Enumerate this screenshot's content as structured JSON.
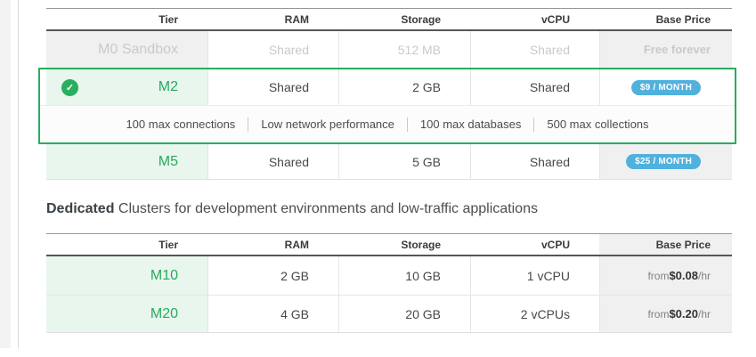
{
  "colors": {
    "accent_green": "#27ae5f",
    "green_text": "#28a95c",
    "light_green_bg": "#e8f6ee",
    "badge_blue": "#50b1dd",
    "disabled_bg": "#f0f0f0",
    "disabled_text": "#c7cacc"
  },
  "icons": {
    "check": "✓"
  },
  "shared_table": {
    "headers": [
      "Tier",
      "RAM",
      "Storage",
      "vCPU",
      "Base Price"
    ],
    "rows": [
      {
        "tier": "M0 Sandbox",
        "ram": "Shared",
        "storage": "512 MB",
        "vcpu": "Shared",
        "price": "Free forever",
        "state": "disabled"
      },
      {
        "tier": "M2",
        "ram": "Shared",
        "storage": "2 GB",
        "vcpu": "Shared",
        "price_badge": "$9 / MONTH",
        "state": "selected",
        "details": [
          "100 max connections",
          "Low network performance",
          "100 max databases",
          "500 max collections"
        ]
      },
      {
        "tier": "M5",
        "ram": "Shared",
        "storage": "5 GB",
        "vcpu": "Shared",
        "price_badge": "$25 / MONTH",
        "state": "default"
      }
    ]
  },
  "dedicated_section": {
    "heading_bold": "Dedicated",
    "heading_rest": " Clusters for development environments and low-traffic applications"
  },
  "dedicated_table": {
    "headers": [
      "Tier",
      "RAM",
      "Storage",
      "vCPU",
      "Base Price"
    ],
    "rows": [
      {
        "tier": "M10",
        "ram": "2 GB",
        "storage": "10 GB",
        "vcpu": "1 vCPU",
        "price_prefix": "from ",
        "price_value": "$0.08",
        "price_suffix": "/hr"
      },
      {
        "tier": "M20",
        "ram": "4 GB",
        "storage": "20 GB",
        "vcpu": "2 vCPUs",
        "price_prefix": "from ",
        "price_value": "$0.20",
        "price_suffix": "/hr"
      }
    ]
  }
}
